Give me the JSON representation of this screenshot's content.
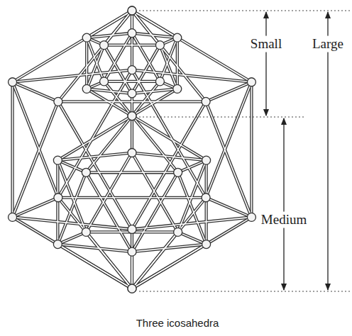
{
  "diagram": {
    "caption": "Three icosahedra",
    "labels": [
      "Small",
      "Large",
      "Medium"
    ]
  }
}
